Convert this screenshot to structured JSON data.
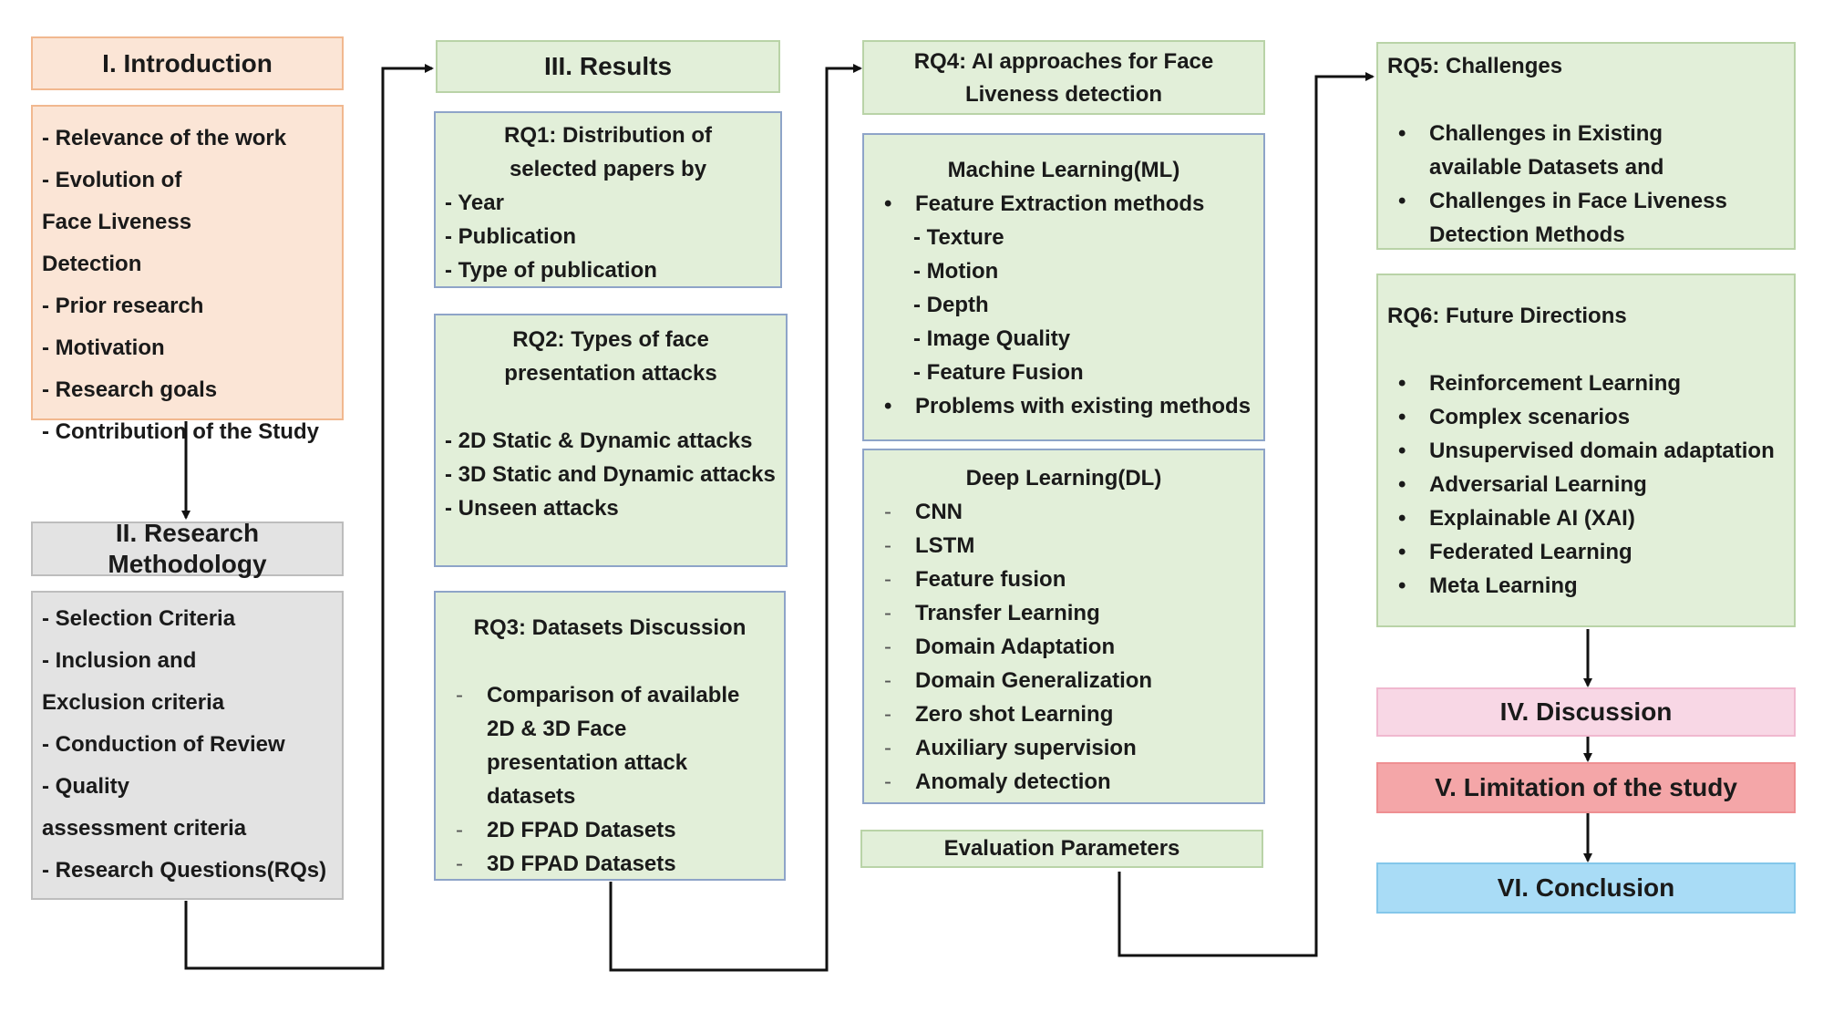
{
  "intro": {
    "title": "I. Introduction",
    "items": [
      "Relevance of the work",
      "Evolution of Face Liveness Detection",
      "Prior research",
      "Motivation",
      "Research goals",
      "Contribution of the Study"
    ]
  },
  "methodology": {
    "title": "II. Research Methodology",
    "items": [
      "Selection Criteria",
      "Inclusion and Exclusion criteria",
      "Conduction of Review",
      "Quality assessment criteria",
      "Research Questions(RQs)"
    ]
  },
  "results": {
    "title": "III. Results",
    "rq1": {
      "title": "RQ1: Distribution of selected papers by",
      "items": [
        "Year",
        "Publication",
        "Type of publication"
      ]
    },
    "rq2": {
      "title": "RQ2: Types of face presentation attacks",
      "items": [
        "2D Static & Dynamic attacks",
        "3D Static and Dynamic attacks",
        "Unseen attacks"
      ]
    },
    "rq3": {
      "title": "RQ3: Datasets Discussion",
      "items": [
        "Comparison of available 2D & 3D Face presentation attack datasets",
        "2D FPAD Datasets",
        "3D FPAD Datasets"
      ]
    }
  },
  "rq4": {
    "title": "RQ4: AI approaches for Face Liveness detection",
    "ml": {
      "title": "Machine Learning(ML)",
      "feature_extraction": "Feature Extraction methods",
      "sub_items": [
        "Texture",
        "Motion",
        "Depth",
        "Image Quality",
        "Feature Fusion"
      ],
      "problems": "Problems with existing methods"
    },
    "dl": {
      "title": "Deep Learning(DL)",
      "items": [
        "CNN",
        "LSTM",
        "Feature fusion",
        "Transfer Learning",
        "Domain Adaptation",
        "Domain Generalization",
        "Zero shot Learning",
        "Auxiliary supervision",
        "Anomaly detection"
      ]
    },
    "evaluation": "Evaluation Parameters"
  },
  "rq5": {
    "title": "RQ5: Challenges",
    "items": [
      "Challenges in Existing available Datasets and",
      "Challenges in Face Liveness Detection Methods"
    ]
  },
  "rq6": {
    "title": "RQ6: Future Directions",
    "items": [
      "Reinforcement Learning",
      "Complex scenarios",
      "Unsupervised domain adaptation",
      "Adversarial Learning",
      "Explainable AI (XAI)",
      "Federated Learning",
      "Meta Learning"
    ]
  },
  "discussion": "IV. Discussion",
  "limitation": "V. Limitation of the study",
  "conclusion": "VI. Conclusion",
  "colors": {
    "intro": "#fbe5d6",
    "methodology": "#e3e3e3",
    "green": "#e2efd9",
    "discussion": "#f8d7e5",
    "limitation": "#f4a6a8",
    "conclusion": "#a9dcf6"
  }
}
